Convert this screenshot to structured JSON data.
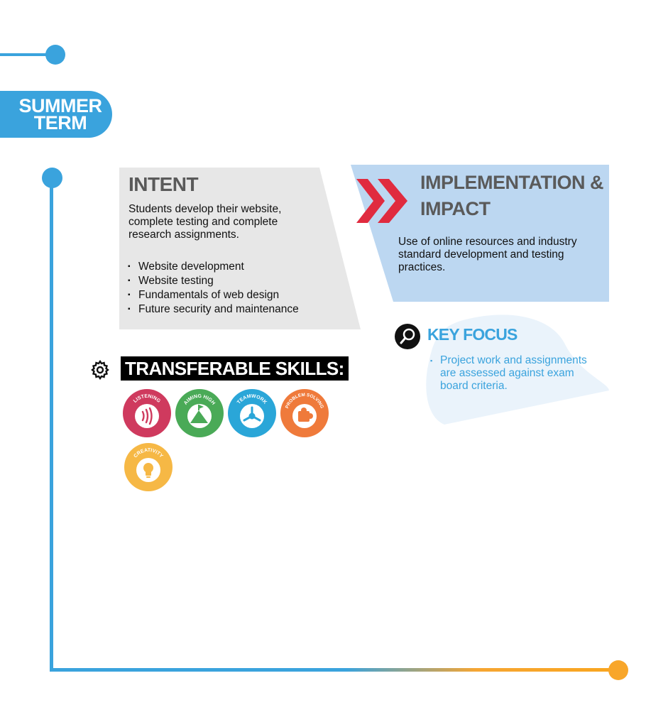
{
  "term": {
    "line1": "SUMMER",
    "line2": "TERM"
  },
  "intent": {
    "title": "INTENT",
    "text": "Students develop their website, complete testing and complete research assignments.",
    "items": [
      "Website development",
      "Website testing",
      "Fundamentals of web design",
      "Future security and maintenance"
    ]
  },
  "implementation": {
    "title": "IMPLEMENTATION & IMPACT",
    "text": "Use of online resources and industry standard development and testing practices."
  },
  "key_focus": {
    "title": "KEY FOCUS",
    "items": [
      "Project work and assignments are assessed against exam board criteria."
    ]
  },
  "transferable": {
    "title": "TRANSFERABLE SKILLS:",
    "skills": [
      {
        "label": "LISTENING",
        "icon": "sound-waves-icon",
        "color": "#cf3a5e"
      },
      {
        "label": "AIMING HIGH",
        "icon": "mountain-flag-icon",
        "color": "#4aaa57"
      },
      {
        "label": "TEAMWORK",
        "icon": "team-arrows-icon",
        "color": "#2aa6d8"
      },
      {
        "label": "PROBLEM SOLVING",
        "icon": "puzzle-piece-icon",
        "color": "#ef7a3b"
      },
      {
        "label": "CREATIVITY",
        "icon": "light-bulb-icon",
        "color": "#f6b845"
      }
    ]
  },
  "colors": {
    "accent_blue": "#3aa3dd",
    "accent_orange": "#f8a62a",
    "intent_panel": "#e7e7e7",
    "impl_panel": "#bcd7f1",
    "chevron_red": "#e02b3f"
  }
}
